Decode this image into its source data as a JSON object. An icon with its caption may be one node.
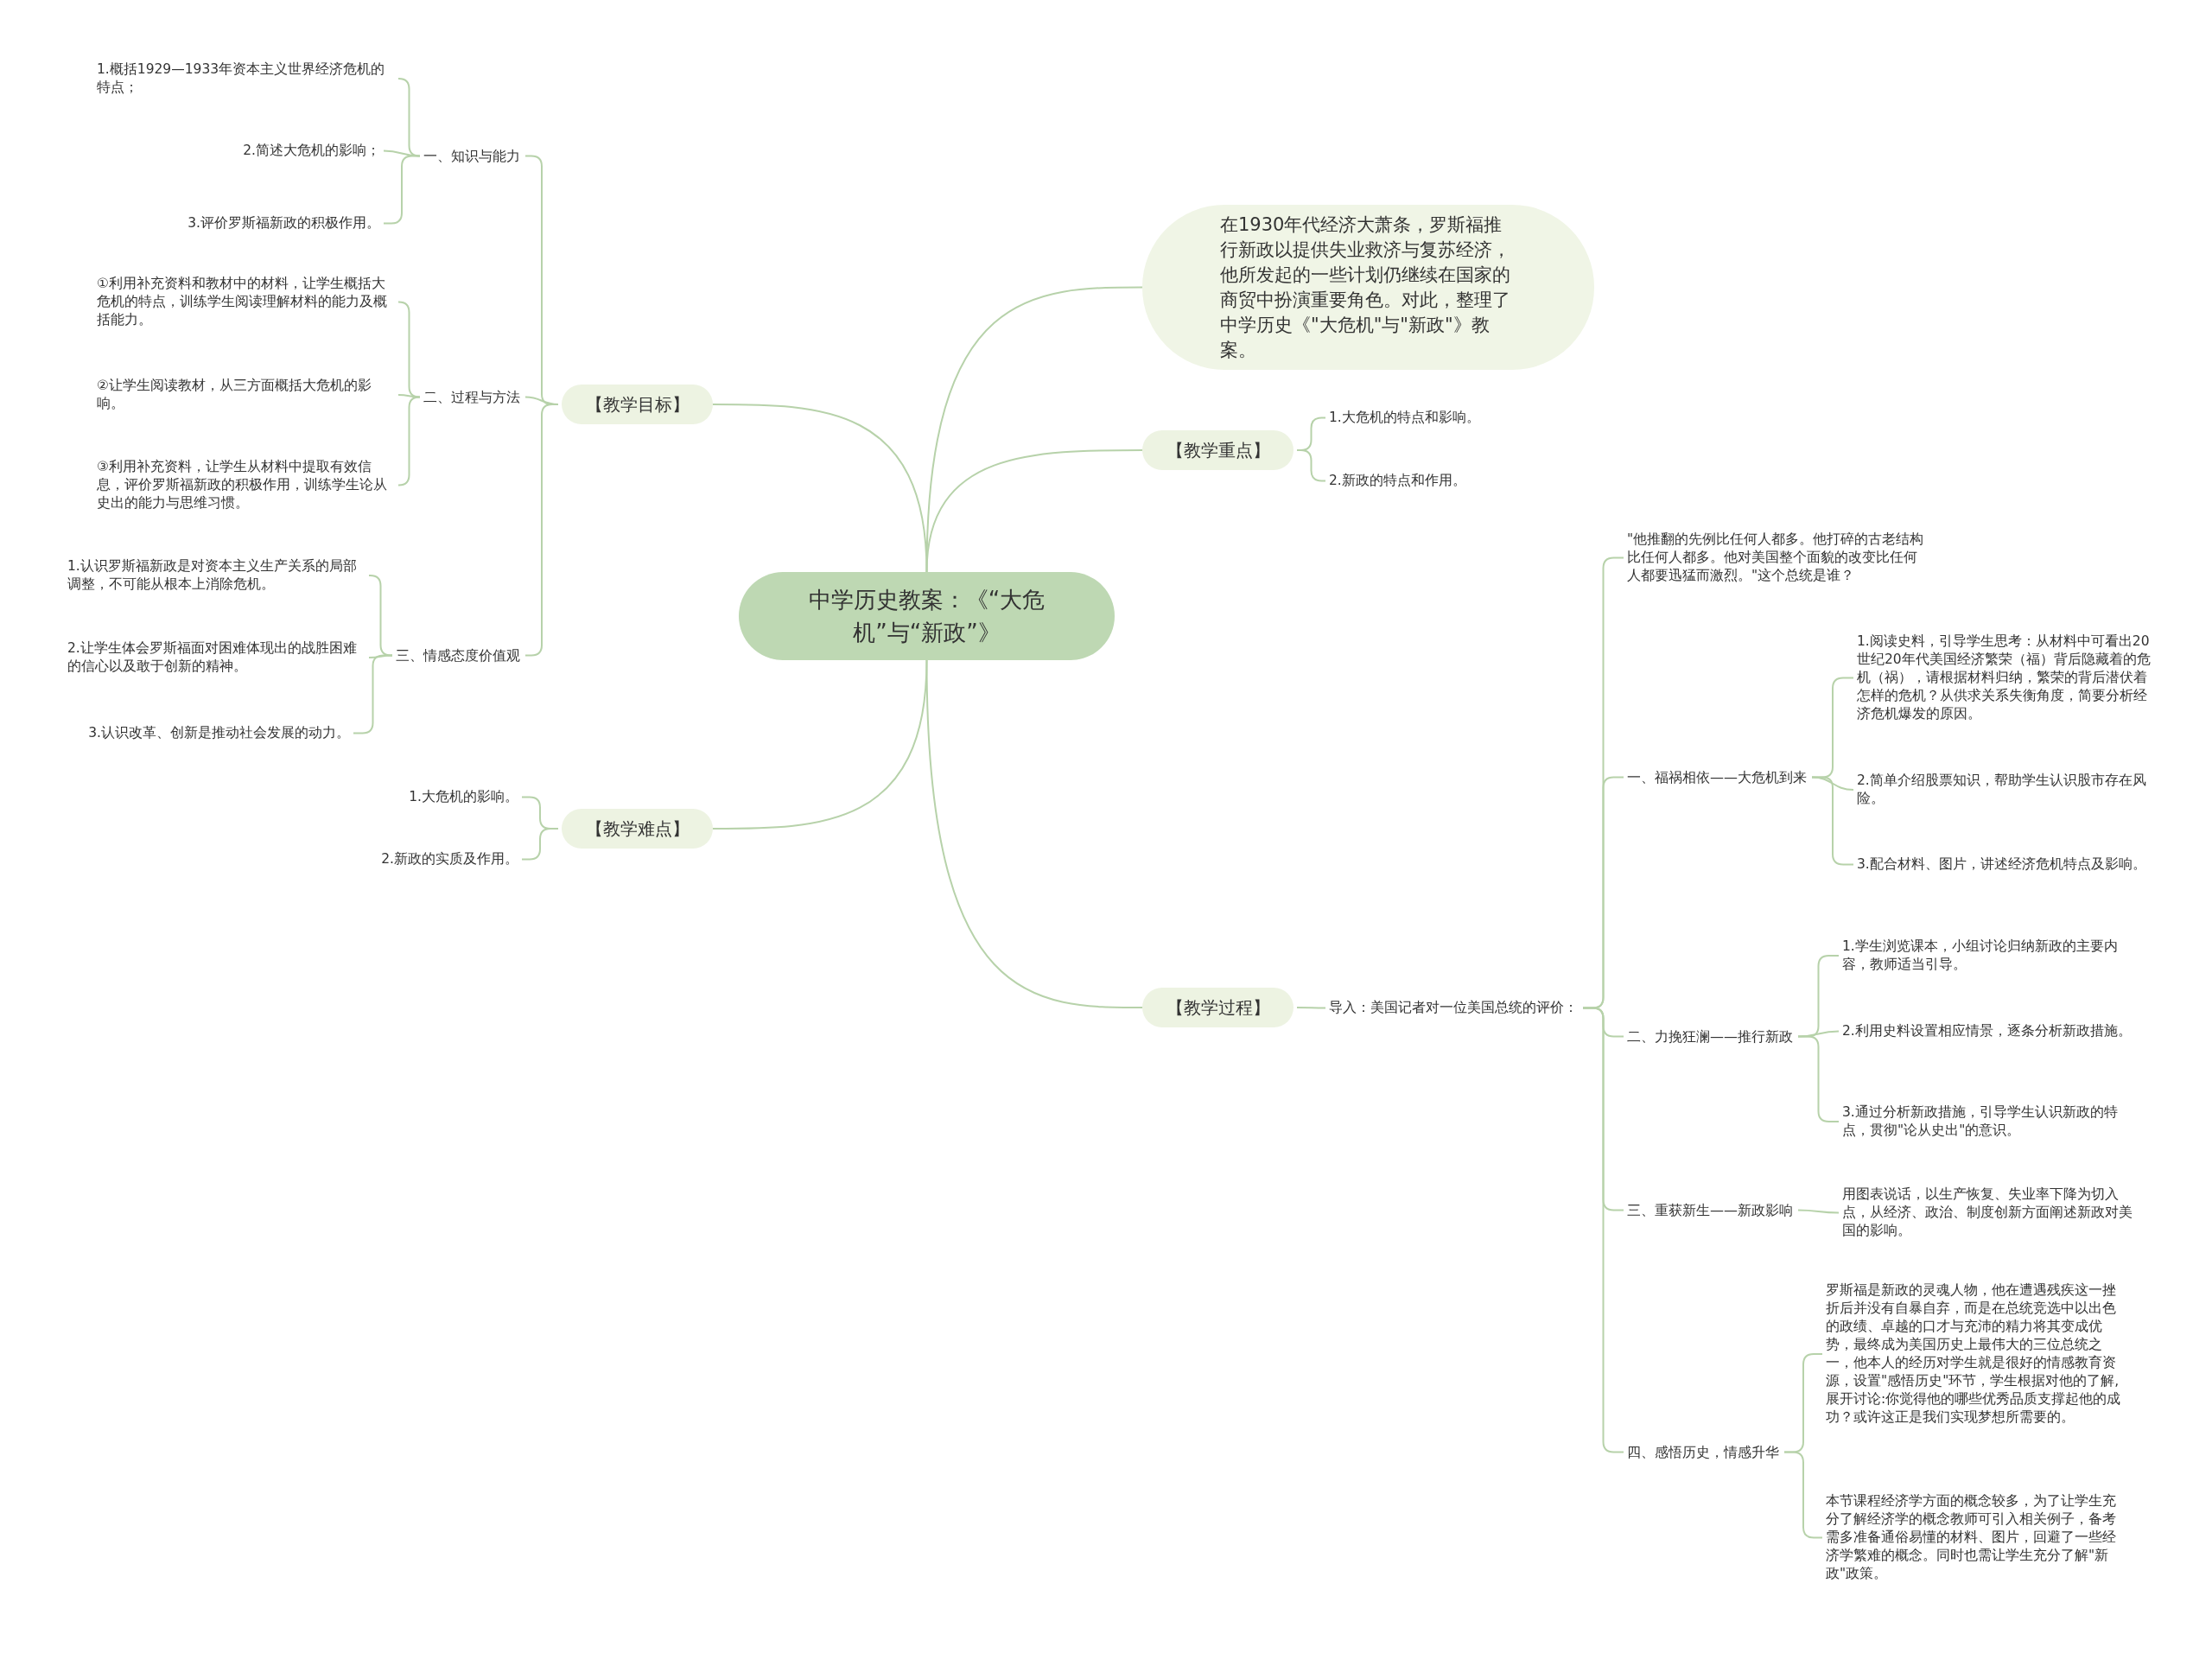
{
  "diagram": {
    "nodes": [
      {
        "text": [
          "中学历史教案：《“大危机”与“新政”》"
        ]
      },
      {
        "text": [
          "在1930年代经济大萧条，罗斯福推行新政以提供失业救济与复苏经济，他所发起的一些计划仍继续在国家的商贸中扮演重要角色。对此，整理了中学历史《\"大危机\"与\"新政\"》教案。"
        ]
      },
      {
        "text": [
          "【教学重点】"
        ]
      },
      {
        "text": [
          "1.大危机的特点和影响。"
        ]
      },
      {
        "text": [
          "2.新政的特点和作用。"
        ]
      },
      {
        "text": [
          "【教学过程】"
        ]
      },
      {
        "text": [
          "导入：美国记者对一位美国总统的评价："
        ]
      },
      {
        "text": [
          "\"他推翻的先例比任何人都多。他打碎的古老结构比任何人都多。他对美国整个面貌的改变比任何人都要迅猛而激烈。\"这个总统是谁？"
        ]
      },
      {
        "text": [
          "一、福祸相依——大危机到来"
        ]
      },
      {
        "text": [
          "1.阅读史料，引导学生思考：从材料中可看出20世纪20年代美国经济繁荣（福）背后隐藏着的危机（祸），请根据材料归纳，繁荣的背后潜伏着怎样的危机？从供求关系失衡角度，简要分析经济危机爆发的原因。"
        ]
      },
      {
        "text": [
          "2.简单介绍股票知识，帮助学生认识股市存在风险。"
        ]
      },
      {
        "text": [
          "3.配合材料、图片，讲述经济危机特点及影响。"
        ]
      },
      {
        "text": [
          "二、力挽狂澜——推行新政"
        ]
      },
      {
        "text": [
          "1.学生浏览课本，小组讨论归纳新政的主要内容，教师适当引导。"
        ]
      },
      {
        "text": [
          "2.利用史料设置相应情景，逐条分析新政措施。"
        ]
      },
      {
        "text": [
          "3.通过分析新政措施，引导学生认识新政的特点，贯彻\"论从史出\"的意识。"
        ]
      },
      {
        "text": [
          "三、重获新生——新政影响"
        ]
      },
      {
        "text": [
          "用图表说话，以生产恢复、失业率下降为切入点，从经济、政治、制度创新方面阐述新政对美国的影响。"
        ]
      },
      {
        "text": [
          "四、感悟历史，情感升华"
        ]
      },
      {
        "text": [
          "罗斯福是新政的灵魂人物，他在遭遇残疾这一挫折后并没有自暴自弃，而是在总统竞选中以出色的政绩、卓越的口才与充沛的精力将其变成优势，最终成为美国历史上最伟大的三位总统之一，他本人的经历对学生就是很好的情感教育资源，设置\"感悟历史\"环节，学生根据对他的了解,展开讨论:你觉得他的哪些优秀品质支撑起他的成功？或许这正是我们实现梦想所需要的。"
        ]
      },
      {
        "text": [
          "本节课程经济学方面的概念较多，为了让学生充分了解经济学的概念教师可引入相关例子，备考需多准备通俗易懂的材料、图片，回避了一些经济学繁难的概念。同时也需让学生充分了解\"新政\"政策。"
        ]
      },
      {
        "text": [
          "【教学目标】"
        ]
      },
      {
        "text": [
          "一、知识与能力"
        ]
      },
      {
        "text": [
          "1.概括1929—1933年资本主义世界经济危机的特点；"
        ]
      },
      {
        "text": [
          "2.简述大危机的影响；"
        ]
      },
      {
        "text": [
          "3.评价罗斯福新政的积极作用。"
        ]
      },
      {
        "text": [
          "二、过程与方法"
        ]
      },
      {
        "text": [
          "①利用补充资料和教材中的材料，让学生概括大危机的特点，训练学生阅读理解材料的能力及概括能力。"
        ]
      },
      {
        "text": [
          "②让学生阅读教材，从三方面概括大危机的影响。"
        ]
      },
      {
        "text": [
          "③利用补充资料，让学生从材料中提取有效信息，评价罗斯福新政的积极作用，训练学生论从史出的能力与思维习惯。"
        ]
      },
      {
        "text": [
          "三、情感态度价值观"
        ]
      },
      {
        "text": [
          "1.认识罗斯福新政是对资本主义生产关系的局部调整，不可能从根本上消除危机。"
        ]
      },
      {
        "text": [
          "2.让学生体会罗斯福面对困难体现出的战胜困难的信心以及敢于创新的精神。"
        ]
      },
      {
        "text": [
          "3.认识改革、创新是推动社会发展的动力。"
        ]
      },
      {
        "text": [
          "【教学难点】"
        ]
      },
      {
        "text": [
          "1.大危机的影响。"
        ]
      },
      {
        "text": [
          "2.新政的实质及作用。"
        ]
      }
    ],
    "edges": [
      {
        "from": 0,
        "to": 1,
        "arrow": "none"
      },
      {
        "from": 0,
        "to": 2,
        "arrow": "none"
      },
      {
        "from": 0,
        "to": 5,
        "arrow": "none"
      },
      {
        "from": 0,
        "to": 21,
        "arrow": "none"
      },
      {
        "from": 0,
        "to": 34,
        "arrow": "none"
      },
      {
        "from": 2,
        "to": 3,
        "arrow": "none"
      },
      {
        "from": 2,
        "to": 4,
        "arrow": "none"
      },
      {
        "from": 5,
        "to": 6,
        "arrow": "none"
      },
      {
        "from": 6,
        "to": 7,
        "arrow": "none"
      },
      {
        "from": 6,
        "to": 8,
        "arrow": "none"
      },
      {
        "from": 6,
        "to": 12,
        "arrow": "none"
      },
      {
        "from": 6,
        "to": 16,
        "arrow": "none"
      },
      {
        "from": 6,
        "to": 18,
        "arrow": "none"
      },
      {
        "from": 8,
        "to": 9,
        "arrow": "none"
      },
      {
        "from": 8,
        "to": 10,
        "arrow": "none"
      },
      {
        "from": 8,
        "to": 11,
        "arrow": "none"
      },
      {
        "from": 12,
        "to": 13,
        "arrow": "none"
      },
      {
        "from": 12,
        "to": 14,
        "arrow": "none"
      },
      {
        "from": 12,
        "to": 15,
        "arrow": "none"
      },
      {
        "from": 16,
        "to": 17,
        "arrow": "none"
      },
      {
        "from": 18,
        "to": 19,
        "arrow": "none"
      },
      {
        "from": 18,
        "to": 20,
        "arrow": "none"
      },
      {
        "from": 21,
        "to": 22,
        "arrow": "none"
      },
      {
        "from": 21,
        "to": 26,
        "arrow": "none"
      },
      {
        "from": 21,
        "to": 30,
        "arrow": "none"
      },
      {
        "from": 22,
        "to": 23,
        "arrow": "none"
      },
      {
        "from": 22,
        "to": 24,
        "arrow": "none"
      },
      {
        "from": 22,
        "to": 25,
        "arrow": "none"
      },
      {
        "from": 26,
        "to": 27,
        "arrow": "none"
      },
      {
        "from": 26,
        "to": 28,
        "arrow": "none"
      },
      {
        "from": 26,
        "to": 29,
        "arrow": "none"
      },
      {
        "from": 30,
        "to": 31,
        "arrow": "none"
      },
      {
        "from": 30,
        "to": 32,
        "arrow": "none"
      },
      {
        "from": 30,
        "to": 33,
        "arrow": "none"
      },
      {
        "from": 34,
        "to": 35,
        "arrow": "none"
      },
      {
        "from": 34,
        "to": 36,
        "arrow": "none"
      }
    ]
  }
}
